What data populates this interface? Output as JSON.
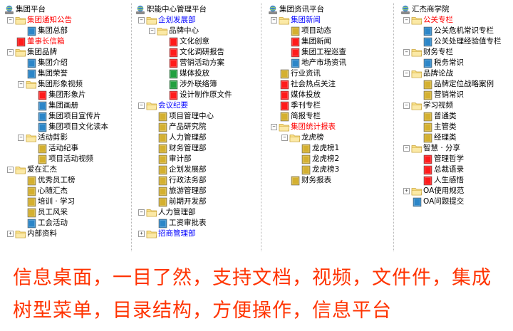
{
  "panels": [
    {
      "root": "集团平台",
      "nodes": [
        {
          "label": "集团通知公告",
          "depth": 1,
          "kind": "folder",
          "open": true,
          "color": "red"
        },
        {
          "label": "集团总部",
          "depth": 2,
          "kind": "doc",
          "docColor": "#2c86c8"
        },
        {
          "label": "董事长信箱",
          "depth": 1,
          "kind": "doc",
          "docColor": "#ff1b1b",
          "color": "red"
        },
        {
          "label": "集团品牌",
          "depth": 1,
          "kind": "folder",
          "open": true
        },
        {
          "label": "集团介绍",
          "depth": 2,
          "kind": "doc",
          "docColor": "#2c86c8"
        },
        {
          "label": "集团荣誉",
          "depth": 2,
          "kind": "doc",
          "docColor": "#2c86c8"
        },
        {
          "label": "集团形象视频",
          "depth": 2,
          "kind": "folder",
          "open": true
        },
        {
          "label": "集团形象片",
          "depth": 3,
          "kind": "doc",
          "docColor": "#ff1b1b"
        },
        {
          "label": "集团画册",
          "depth": 3,
          "kind": "doc",
          "docColor": "#2c86c8"
        },
        {
          "label": "集团项目宣传片",
          "depth": 3,
          "kind": "doc",
          "docColor": "#2c86c8"
        },
        {
          "label": "集团项目文化读本",
          "depth": 3,
          "kind": "doc",
          "docColor": "#2c86c8"
        },
        {
          "label": "活动剪影",
          "depth": 2,
          "kind": "folder",
          "open": true
        },
        {
          "label": "活动纪事",
          "depth": 3,
          "kind": "doc",
          "docColor": "#d4b030"
        },
        {
          "label": "项目活动视频",
          "depth": 3,
          "kind": "doc",
          "docColor": "#d4b030"
        },
        {
          "label": "爱在汇杰",
          "depth": 1,
          "kind": "folder",
          "open": true
        },
        {
          "label": "优秀员工榜",
          "depth": 2,
          "kind": "doc",
          "docColor": "#d4b030"
        },
        {
          "label": "心随汇杰",
          "depth": 2,
          "kind": "doc",
          "docColor": "#d4b030"
        },
        {
          "label": "培训 · 学习",
          "depth": 2,
          "kind": "doc",
          "docColor": "#d4b030"
        },
        {
          "label": "员工风采",
          "depth": 2,
          "kind": "doc",
          "docColor": "#d4b030"
        },
        {
          "label": "工会活动",
          "depth": 2,
          "kind": "doc",
          "docColor": "#2c86c8"
        },
        {
          "label": "内部资料",
          "depth": 1,
          "kind": "folder",
          "open": false
        }
      ]
    },
    {
      "root": "职能中心管理平台",
      "nodes": [
        {
          "label": "企划发展部",
          "depth": 1,
          "kind": "folder",
          "open": true,
          "color": "blue"
        },
        {
          "label": "品牌中心",
          "depth": 2,
          "kind": "folder",
          "open": true
        },
        {
          "label": "文化创意",
          "depth": 3,
          "kind": "doc",
          "docColor": "#ff1b1b"
        },
        {
          "label": "文化调研报告",
          "depth": 3,
          "kind": "doc",
          "docColor": "#ff1b1b"
        },
        {
          "label": "营销活动方案",
          "depth": 3,
          "kind": "doc",
          "docColor": "#ff1b1b"
        },
        {
          "label": "媒体投放",
          "depth": 3,
          "kind": "doc",
          "docColor": "#22a040"
        },
        {
          "label": "涉外联络簿",
          "depth": 3,
          "kind": "doc",
          "docColor": "#22a040"
        },
        {
          "label": "设计制作原文件",
          "depth": 3,
          "kind": "doc",
          "docColor": "#ff1b1b"
        },
        {
          "label": "会议纪要",
          "depth": 1,
          "kind": "folder",
          "open": true,
          "color": "blue"
        },
        {
          "label": "项目管理中心",
          "depth": 2,
          "kind": "doc",
          "docColor": "#d4b030"
        },
        {
          "label": "产品研究院",
          "depth": 2,
          "kind": "doc",
          "docColor": "#d4b030"
        },
        {
          "label": "人力管理部",
          "depth": 2,
          "kind": "doc",
          "docColor": "#d4b030"
        },
        {
          "label": "财务管理部",
          "depth": 2,
          "kind": "doc",
          "docColor": "#d4b030"
        },
        {
          "label": "审计部",
          "depth": 2,
          "kind": "doc",
          "docColor": "#d4b030"
        },
        {
          "label": "企划发展部",
          "depth": 2,
          "kind": "doc",
          "docColor": "#d4b030"
        },
        {
          "label": "行政法务部",
          "depth": 2,
          "kind": "doc",
          "docColor": "#d4b030"
        },
        {
          "label": "旅游管理部",
          "depth": 2,
          "kind": "doc",
          "docColor": "#d4b030"
        },
        {
          "label": "前期开发部",
          "depth": 2,
          "kind": "doc",
          "docColor": "#d4b030"
        },
        {
          "label": "人力管理部",
          "depth": 1,
          "kind": "folder",
          "open": true
        },
        {
          "label": "工资审批表",
          "depth": 2,
          "kind": "doc",
          "docColor": "#2c86c8"
        },
        {
          "label": "招商管理部",
          "depth": 1,
          "kind": "folder",
          "open": false,
          "color": "blue"
        }
      ]
    },
    {
      "root": "集团资讯平台",
      "nodes": [
        {
          "label": "集团新闻",
          "depth": 1,
          "kind": "folder",
          "open": true,
          "color": "blue"
        },
        {
          "label": "项目动态",
          "depth": 2,
          "kind": "doc",
          "docColor": "#d4b030"
        },
        {
          "label": "集团新闻",
          "depth": 2,
          "kind": "doc",
          "docColor": "#ff1b1b"
        },
        {
          "label": "集团工程巡查",
          "depth": 2,
          "kind": "doc",
          "docColor": "#ff1b1b"
        },
        {
          "label": "地产市场资讯",
          "depth": 2,
          "kind": "doc",
          "docColor": "#2c86c8"
        },
        {
          "label": "行业资讯",
          "depth": 1,
          "kind": "doc",
          "docColor": "#d4b030"
        },
        {
          "label": "社会热点关注",
          "depth": 1,
          "kind": "doc",
          "docColor": "#ff1b1b"
        },
        {
          "label": "媒体投放",
          "depth": 1,
          "kind": "doc",
          "docColor": "#ff1b1b"
        },
        {
          "label": "季刊专栏",
          "depth": 1,
          "kind": "doc",
          "docColor": "#ff1b1b"
        },
        {
          "label": "简报专栏",
          "depth": 1,
          "kind": "doc",
          "docColor": "#d4b030"
        },
        {
          "label": "集团统计报表",
          "depth": 1,
          "kind": "folder",
          "open": true,
          "color": "red"
        },
        {
          "label": "龙虎榜",
          "depth": 2,
          "kind": "folder",
          "open": true
        },
        {
          "label": "龙虎榜1",
          "depth": 3,
          "kind": "doc",
          "docColor": "#d4b030"
        },
        {
          "label": "龙虎榜2",
          "depth": 3,
          "kind": "doc",
          "docColor": "#d4b030"
        },
        {
          "label": "龙虎榜3",
          "depth": 3,
          "kind": "doc",
          "docColor": "#d4b030"
        },
        {
          "label": "财务报表",
          "depth": 2,
          "kind": "doc",
          "docColor": "#d4b030"
        }
      ]
    },
    {
      "root": "汇杰商学院",
      "nodes": [
        {
          "label": "公关专栏",
          "depth": 1,
          "kind": "folder",
          "open": true,
          "color": "red"
        },
        {
          "label": "公关危机常识专栏",
          "depth": 2,
          "kind": "doc",
          "docColor": "#2c86c8"
        },
        {
          "label": "公关处理经验值专栏",
          "depth": 2,
          "kind": "doc",
          "docColor": "#2c86c8"
        },
        {
          "label": "财务专栏",
          "depth": 1,
          "kind": "folder",
          "open": true
        },
        {
          "label": "税务常识",
          "depth": 2,
          "kind": "doc",
          "docColor": "#2c86c8"
        },
        {
          "label": "品牌论战",
          "depth": 1,
          "kind": "folder",
          "open": true
        },
        {
          "label": "品牌定位战略案例",
          "depth": 2,
          "kind": "doc",
          "docColor": "#d4b030"
        },
        {
          "label": "营销常识",
          "depth": 2,
          "kind": "doc",
          "docColor": "#d4b030"
        },
        {
          "label": "学习视频",
          "depth": 1,
          "kind": "folder",
          "open": true
        },
        {
          "label": "普通类",
          "depth": 2,
          "kind": "doc",
          "docColor": "#d4b030"
        },
        {
          "label": "主管类",
          "depth": 2,
          "kind": "doc",
          "docColor": "#d4b030"
        },
        {
          "label": "经理类",
          "depth": 2,
          "kind": "doc",
          "docColor": "#d4b030"
        },
        {
          "label": "智慧 · 分享",
          "depth": 1,
          "kind": "folder",
          "open": true
        },
        {
          "label": "管理哲学",
          "depth": 2,
          "kind": "doc",
          "docColor": "#ff1b1b"
        },
        {
          "label": "总裁语录",
          "depth": 2,
          "kind": "doc",
          "docColor": "#ff1b1b"
        },
        {
          "label": "人生感悟",
          "depth": 2,
          "kind": "doc",
          "docColor": "#ff1b1b"
        },
        {
          "label": "OA使用规范",
          "depth": 1,
          "kind": "folder",
          "open": false
        },
        {
          "label": "OA问题提交",
          "depth": 1,
          "kind": "doc",
          "docColor": "#2c86c8"
        }
      ]
    }
  ],
  "caption": {
    "line1": "信息桌面，一目了然，支持文档，视频，文件件，集成",
    "line2": "树型菜单，目录结构，方便操作，信息平台"
  },
  "colors": {
    "caption": "#ff3300",
    "red_label": "#ff0000",
    "blue_label": "#0000ff",
    "folder": "#f5d667"
  },
  "icons": {
    "root": "computer-globe-icon",
    "folder_open": "folder-open-icon",
    "folder_closed": "folder-icon",
    "doc": "document-icon"
  }
}
